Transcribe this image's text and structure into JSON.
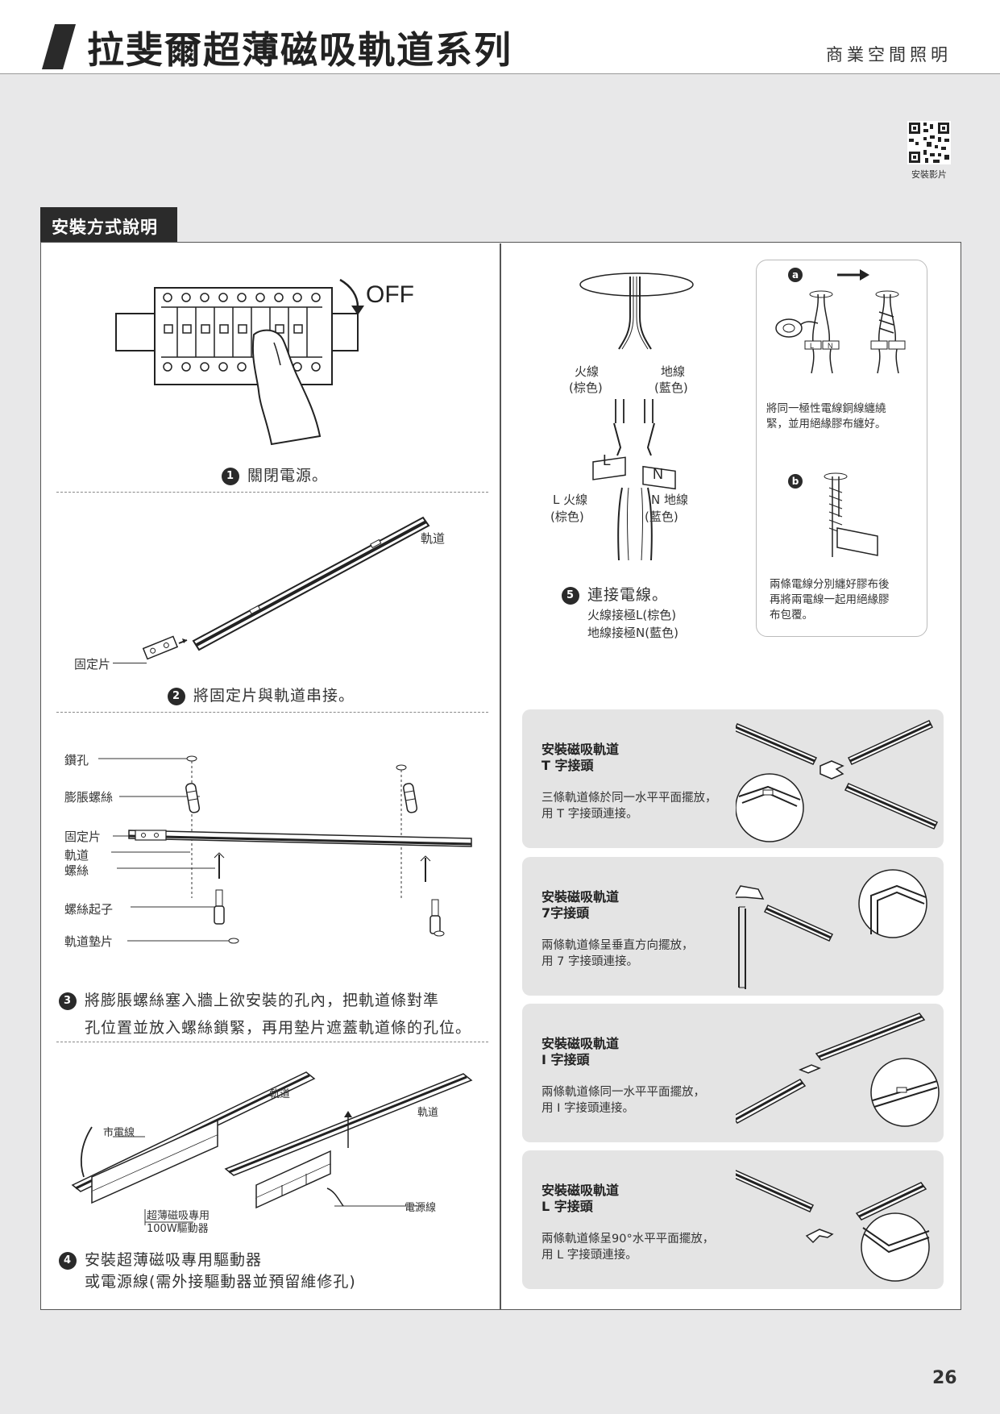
{
  "header": {
    "title": "拉斐爾超薄磁吸軌道系列",
    "subtitle": "商業空間照明"
  },
  "qr": {
    "label": "安裝影片"
  },
  "section": {
    "title": "安裝方式說明"
  },
  "step1": {
    "num": "1",
    "text": "關閉電源。",
    "off_label": "OFF"
  },
  "step2": {
    "num": "2",
    "text": "將固定片與軌道串接。",
    "rail_label": "軌道",
    "clip_label": "固定片"
  },
  "step3": {
    "num": "3",
    "line1": "將膨脹螺絲塞入牆上欲安裝的孔內，把軌道條對準",
    "line2": "孔位置並放入螺絲鎖緊，再用墊片遮蓋軌道條的孔位。",
    "labels": {
      "hole": "鑽孔",
      "anchor": "膨脹螺絲",
      "clip": "固定片",
      "rail": "軌道",
      "screw": "螺絲",
      "screwdriver": "螺絲起子",
      "washer": "軌道墊片"
    }
  },
  "step4": {
    "num": "4",
    "line1": "安裝超薄磁吸專用驅動器",
    "line2": "或電源線(需外接驅動器並預留維修孔)",
    "labels": {
      "mains": "市電線",
      "rail_a": "軌道",
      "rail_b": "軌道",
      "driver_line1": "超薄磁吸專用",
      "driver_line2": "100W驅動器",
      "power_cable": "電源線"
    }
  },
  "step5": {
    "num": "5",
    "text": "連接電線。",
    "sub1": "火線接極L(棕色)",
    "sub2": "地線接極N(藍色)",
    "live_top": "火線",
    "live_top_color": "(棕色)",
    "neutral_top": "地線",
    "neutral_top_color": "(藍色)",
    "live_bottom": "L 火線",
    "live_bottom_color": "(棕色)",
    "neutral_bottom": "N 地線",
    "neutral_bottom_color": "(藍色)",
    "L": "L",
    "N": "N"
  },
  "notes": {
    "a_marker": "a",
    "a_line1": "將同一極性電線銅線纏繞",
    "a_line2": "緊，並用絕緣膠布纏好。",
    "b_marker": "b",
    "b_line1": "兩條電線分別纏好膠布後",
    "b_line2": "再將兩電線一起用絕緣膠",
    "b_line3": "布包覆。",
    "tag_L": "L",
    "tag_N": "N"
  },
  "connectors": [
    {
      "title_line1": "安裝磁吸軌道",
      "title_line2": "T 字接頭",
      "desc_line1": "三條軌道條於同一水平平面擺放，",
      "desc_line2": "用 T 字接頭連接。"
    },
    {
      "title_line1": "安裝磁吸軌道",
      "title_line2": "7字接頭",
      "desc_line1": "兩條軌道條呈垂直方向擺放，",
      "desc_line2": "用 7 字接頭連接。"
    },
    {
      "title_line1": "安裝磁吸軌道",
      "title_line2": "I 字接頭",
      "desc_line1": "兩條軌道條同一水平平面擺放，",
      "desc_line2": "用 I 字接頭連接。"
    },
    {
      "title_line1": "安裝磁吸軌道",
      "title_line2": "L 字接頭",
      "desc_line1": "兩條軌道條呈90°水平平面擺放，",
      "desc_line2": "用 L 字接頭連接。"
    }
  ],
  "page": {
    "number": "26"
  }
}
